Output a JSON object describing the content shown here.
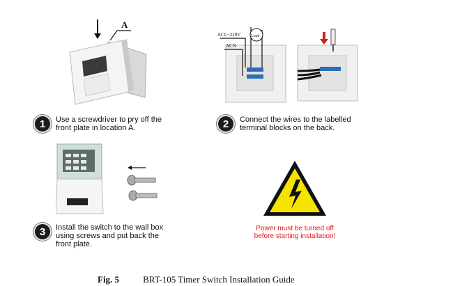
{
  "steps": [
    {
      "number": "1",
      "text_line1": "Use a screwdriver to pry off the",
      "text_line2": "front plate in location A."
    },
    {
      "number": "2",
      "text_line1": "Connect the wires to the labelled",
      "text_line2": "terminal blocks on the back."
    },
    {
      "number": "3",
      "text_line1": "Install the switch to the wall box",
      "text_line2": "using screws and put back the",
      "text_line3": "front plate."
    }
  ],
  "step1_label": "A",
  "wiring_labels": {
    "acl": "ACL~220V",
    "acn": "ACN",
    "load": "Load"
  },
  "warning": {
    "line1": "Power must be turned off",
    "line2": "before starting installation!"
  },
  "caption": {
    "fig": "Fig. 5",
    "title": "BRT-105 Timer Switch Installation Guide"
  }
}
